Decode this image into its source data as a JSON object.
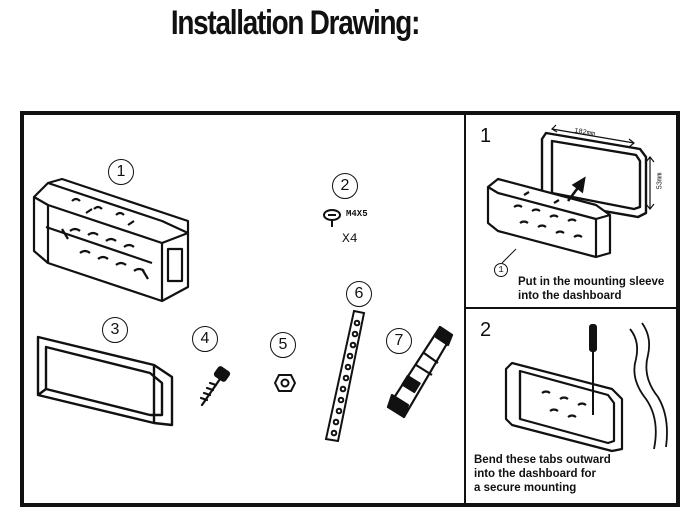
{
  "title": "Installation Drawing:",
  "parts": {
    "labels": [
      "1",
      "2",
      "3",
      "4",
      "5",
      "6",
      "7"
    ],
    "screw_spec": "M4X5",
    "screw_qty": "X4"
  },
  "step1": {
    "number": "1",
    "dimension_width": "182mm",
    "dimension_height": "53mm",
    "callout": "1",
    "caption_line1": "Put in the mounting sleeve",
    "caption_line2": "into the dashboard"
  },
  "step2": {
    "number": "2",
    "caption_line1": "Bend these tabs outward",
    "caption_line2": "into the dashboard for",
    "caption_line3": "a secure mounting"
  }
}
